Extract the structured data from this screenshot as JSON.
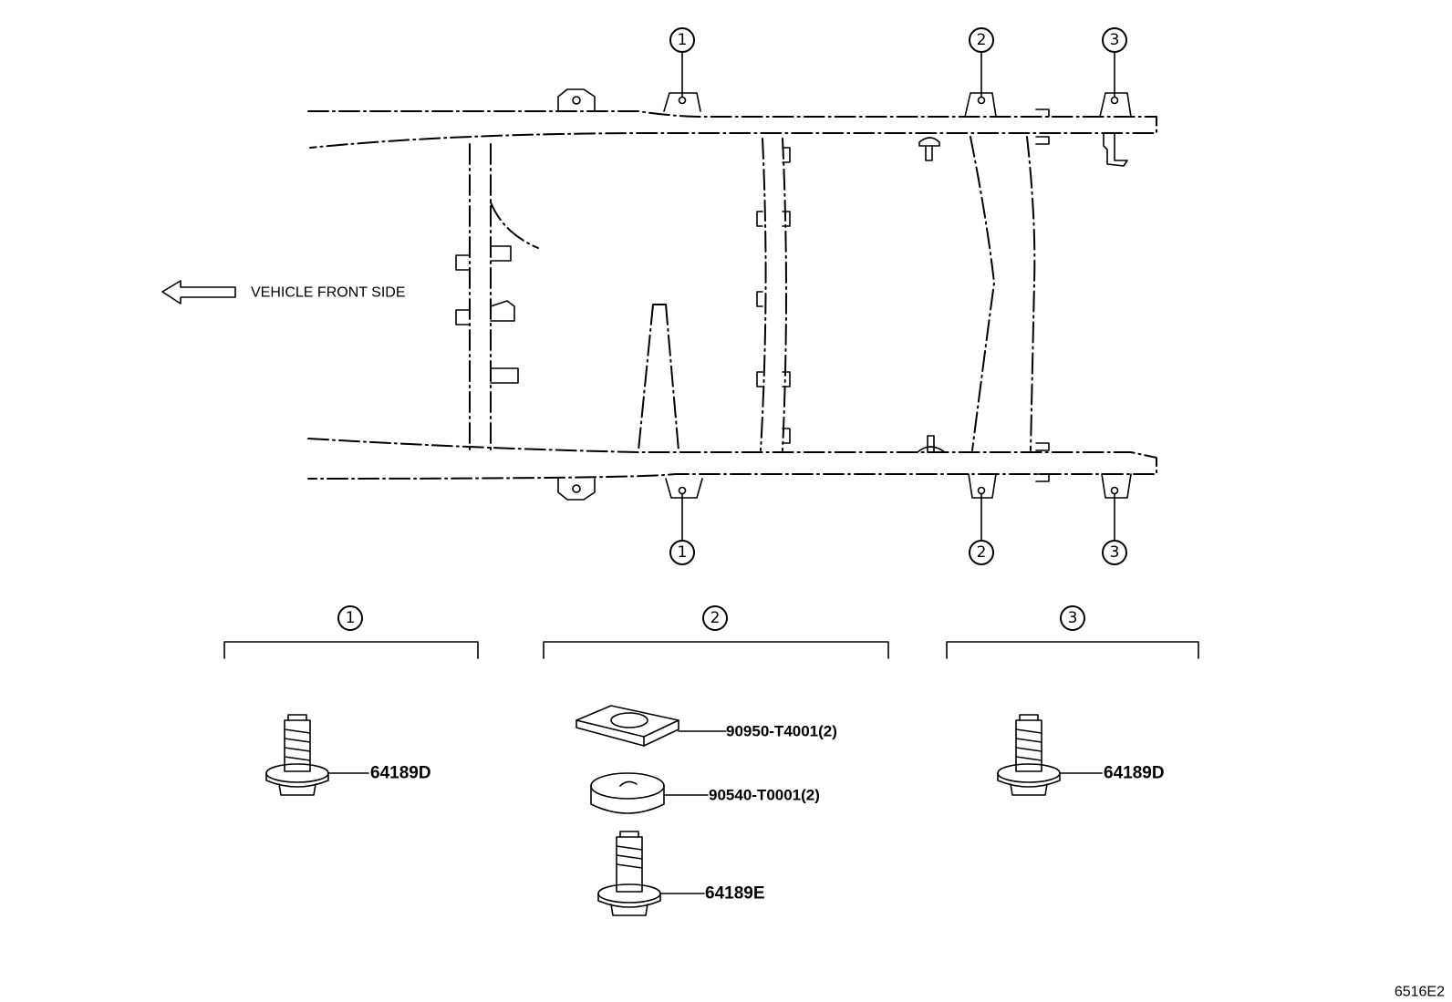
{
  "diagram": {
    "direction_label": "VEHICLE FRONT SIDE",
    "figure_code": "6516E2",
    "position_markers": [
      "1",
      "2",
      "3"
    ],
    "groups": [
      {
        "marker": "1",
        "parts": [
          {
            "part_number": "64189D",
            "type": "flange-bolt"
          }
        ]
      },
      {
        "marker": "2",
        "parts": [
          {
            "part_number": "90950-T4001(2)",
            "type": "square-washer"
          },
          {
            "part_number": "90540-T0001(2)",
            "type": "round-cushion"
          },
          {
            "part_number": "64189E",
            "type": "flange-bolt"
          }
        ]
      },
      {
        "marker": "3",
        "parts": [
          {
            "part_number": "64189D",
            "type": "flange-bolt"
          }
        ]
      }
    ]
  }
}
